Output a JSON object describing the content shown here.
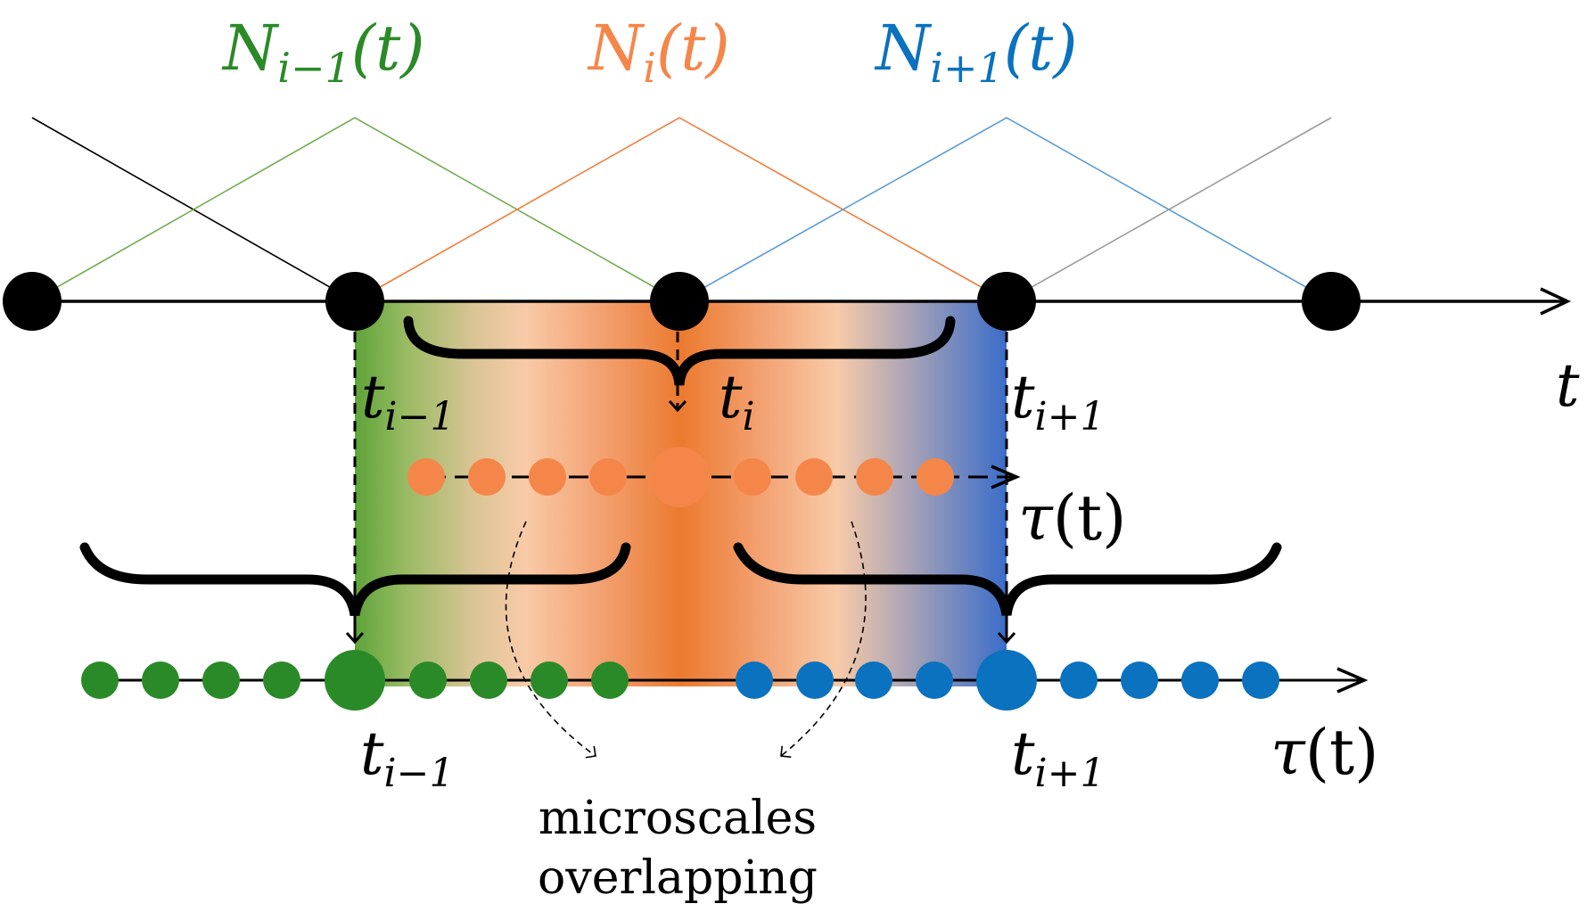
{
  "colors": {
    "green": "#2a8a27",
    "orange": "#f5864a",
    "blue": "#0a72be",
    "black": "#000000",
    "grey": "#9a9a9a",
    "line_green": "#76ab4f",
    "line_orange": "#ef7d3b",
    "line_blue": "#5a9bd6"
  },
  "labels": {
    "shape_prev": {
      "base": "N",
      "sub": "i−1",
      "suffix": "(t)"
    },
    "shape_cur": {
      "base": "N",
      "sub": "i",
      "suffix": "(t)"
    },
    "shape_next": {
      "base": "N",
      "sub": "i+1",
      "suffix": "(t)"
    },
    "axis_t": "t",
    "node_prev": {
      "base": "t",
      "sub": "i−1"
    },
    "node_cur": {
      "base": "t",
      "sub": "i"
    },
    "node_next": {
      "base": "t",
      "sub": "i+1"
    },
    "tau_mid": {
      "base": "τ",
      "suffix": "(t)"
    },
    "tau_bottom": {
      "base": "τ",
      "suffix": "(t)"
    },
    "bottom_prev": {
      "base": "t",
      "sub": "i−1"
    },
    "bottom_next": {
      "base": "t",
      "sub": "i+1"
    },
    "note_line1": "microscales",
    "note_line2": "overlapping"
  },
  "icons": {
    "axis_arrow": "arrow-right-icon",
    "brace": "curly-brace-icon",
    "dashed_link": "dashed-arrow-icon"
  }
}
